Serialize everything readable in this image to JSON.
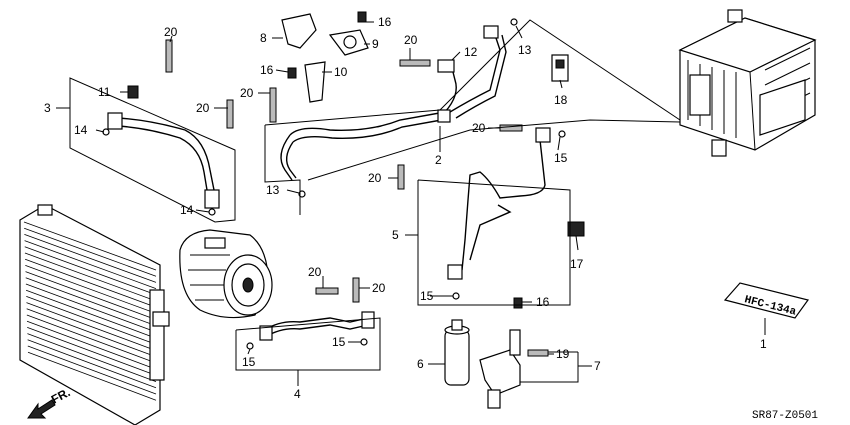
{
  "diagram": {
    "code": "SR87-Z0501",
    "direction_label": "FR.",
    "label_plate_text": "HFC-134a",
    "callouts": {
      "c1": "1",
      "c2": "2",
      "c3": "3",
      "c4": "4",
      "c5": "5",
      "c6": "6",
      "c7": "7",
      "c8": "8",
      "c9": "9",
      "c10": "10",
      "c11": "11",
      "c12": "12",
      "c13a": "13",
      "c13b": "13",
      "c14a": "14",
      "c14b": "14",
      "c15a": "15",
      "c15b": "15",
      "c15c": "15",
      "c15d": "15",
      "c16a": "16",
      "c16b": "16",
      "c16c": "16",
      "c17": "17",
      "c18": "18",
      "c19": "19",
      "c20a": "20",
      "c20b": "20",
      "c20c": "20",
      "c20d": "20",
      "c20e": "20",
      "c20f": "20",
      "c20g": "20",
      "c20h": "20"
    }
  }
}
